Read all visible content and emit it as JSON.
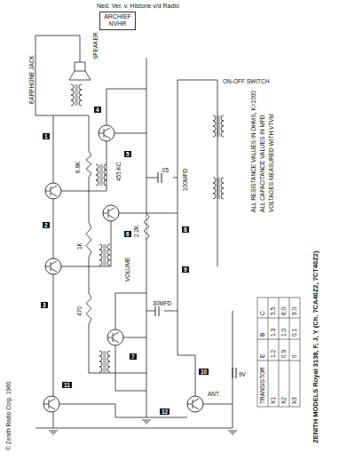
{
  "diagram": {
    "title": "ZENITH MODELS Royal 3138, F, J, Y (Ch. 7CA40Z2, 7CT40Z2)",
    "nodes": [
      {
        "text": [
          "ARCHIEF",
          "NVHR"
        ]
      }
    ],
    "labels": [
      "Ned. Ver. v. Historie v/d Radio",
      "EARPHONE JACK",
      "SPEAKER",
      "VOLUME",
      "ON-OFF SWITCH",
      "9V",
      "6.8K",
      "1K",
      "470",
      "2.2K",
      ".05",
      "30MFD",
      "100MFD",
      "455 KC",
      "ANT.",
      "1",
      "2",
      "3",
      "4",
      "5",
      "6",
      "7",
      "8",
      "9",
      "10",
      "11",
      "12",
      "ALL RESISTANCE VALUES IN OHMS, K=1000",
      "ALL CAPACITANCE VALUES IN MFD",
      "VOLTAGES MEASURED WITH VTVM",
      "TRANSISTOR",
      "E",
      "B",
      "C",
      "X1",
      "1.2",
      "1.3",
      "5.5",
      "X2",
      "0.9",
      "1.0",
      "6.0",
      "X3",
      "0",
      "0.1",
      "9.0",
      "© Zenith Radio Corp. 1960"
    ]
  }
}
